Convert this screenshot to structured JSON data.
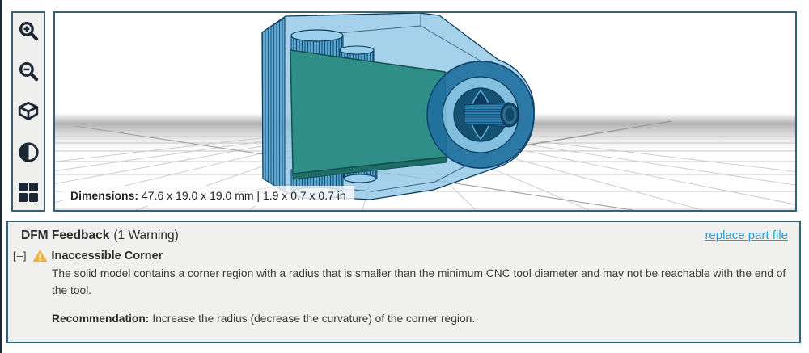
{
  "viewer": {
    "toolbar": [
      {
        "icon": "zoom-in-icon"
      },
      {
        "icon": "zoom-out-icon"
      },
      {
        "icon": "isometric-view-icon"
      },
      {
        "icon": "contrast-icon"
      },
      {
        "icon": "quad-view-icon"
      }
    ],
    "dimensions": {
      "label": "Dimensions:",
      "value": "47.6 x 19.0 x 19.0 mm | 1.9 x 0.7 x 0.7 in"
    }
  },
  "feedback": {
    "title": "DFM Feedback",
    "count": "(1 Warning)",
    "replace_link": "replace part file",
    "item": {
      "collapse": "[–]",
      "title": "Inaccessible Corner",
      "description": "The solid model contains a corner region with a radius that is smaller than the minimum CNC tool diameter and may not be reachable with the end of the tool.",
      "recommendation_label": "Recommendation:",
      "recommendation_text": "Increase the radius (decrease the curvature) of the corner region."
    }
  },
  "colors": {
    "panel_border": "#33627b",
    "panel_bg": "#f0f0ef",
    "link_blue": "#2b9cd8",
    "warning_orange": "#f2b23e",
    "model_light_blue": "#8ec6e6",
    "model_dark_blue": "#0c3b5d",
    "model_teal_face": "#2f8e88",
    "icon_dark": "#1b2733"
  }
}
